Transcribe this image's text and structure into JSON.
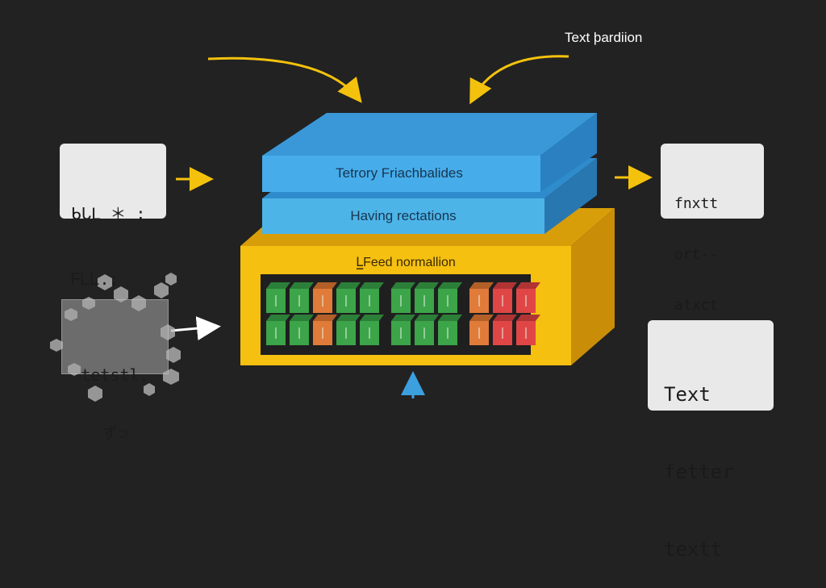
{
  "top_annotation": "Text þardiion",
  "layers": {
    "top": "Tetrory Friachbalides",
    "middle": "Having rectations",
    "base": "Ⅼ̲Feed normallion"
  },
  "notes": {
    "left": [
      "ᑲᒐᒪ ＊ :",
      "ᖴᒪᒪ.:"
    ],
    "right_top": [
      "fnxtt",
      "ort--",
      "atxct"
    ],
    "right_bottom": [
      "Text",
      "fetter",
      "textt"
    ],
    "gray_box": [
      "tetstl,",
      "ず⊃"
    ]
  },
  "colors": {
    "background": "#222222",
    "blue_layer": "#3fa7e3",
    "yellow_block": "#f5c010",
    "arrow": "#f4c20d",
    "green_cell": "#3ca449",
    "orange_cell": "#e07b39",
    "red_cell": "#e04646",
    "up_arrow": "#3ca0df"
  },
  "cells": {
    "top_row": [
      "green",
      "green",
      "orange",
      "green",
      "green",
      "green",
      "green",
      "green",
      "orange",
      "red",
      "red"
    ],
    "bottom_row": [
      "green",
      "green",
      "orange",
      "green",
      "green",
      "green",
      "green",
      "green",
      "orange",
      "red",
      "red"
    ]
  }
}
